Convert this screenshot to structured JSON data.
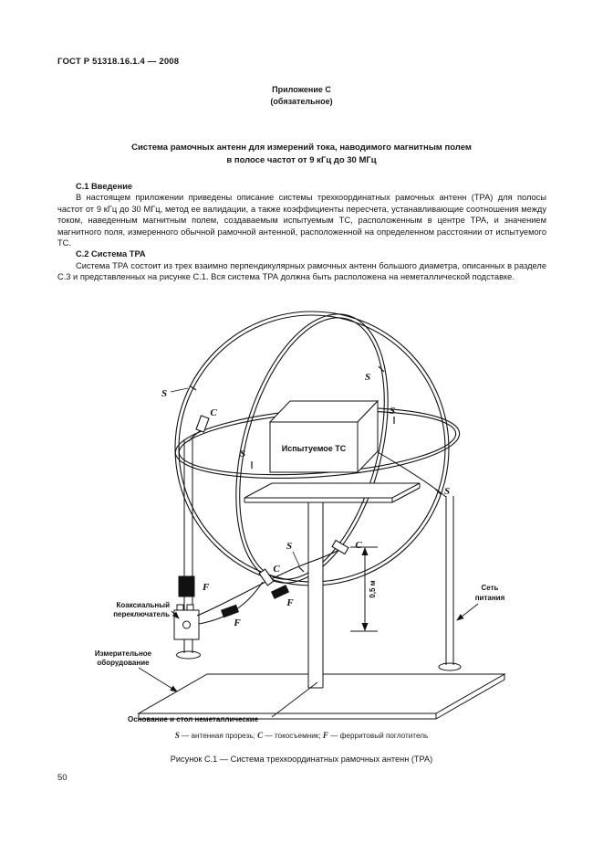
{
  "page": {
    "header": "ГОСТ Р 51318.16.1.4 — 2008",
    "page_number": "50"
  },
  "appendix": {
    "title": "Приложение С",
    "subtitle": "(обязательное)"
  },
  "title": {
    "line1": "Система рамочных антенн для измерений тока, наводимого магнитным полем",
    "line2": "в полосе частот от 9 кГц до 30 МГц"
  },
  "sections": [
    {
      "heading": "С.1 Введение",
      "text": "В настоящем приложении приведены описание системы трехкоординатных рамочных антенн (ТРА) для полосы частот от 9 кГц до 30 МГц, метод ее валидации, а также коэффициенты пересчета, устанавливающие соотношения между током, наведенным магнитным полем, создаваемым испытуемым ТС, расположенным в центре ТРА, и значением магнитного поля, измеренного обычной рамочной антенной, расположенной на определенном расстоянии от испытуемого ТС."
    },
    {
      "heading": "С.2 Система ТРА",
      "text": "Система ТРА состоит из трех взаимно перпендикулярных рамочных антенн большого диаметра, описанных в разделе С.3 и представленных на рисунке С.1. Вся система ТРА должна быть расположена на неметаллической подставке."
    }
  ],
  "figure": {
    "eut": "Испытуемое ТС",
    "s": "S",
    "c": "C",
    "f": "F",
    "dimension": "0,5 м",
    "coax_line1": "Коаксиальный",
    "coax_line2": "переключатель",
    "meas_line1": "Измерительное",
    "meas_line2": "оборудование",
    "mains_line1": "Сеть",
    "mains_line2": "питания",
    "base_label": "Основание и стол неметаллические",
    "legend": {
      "s": "S",
      "s_desc": " — антенная прорезь; ",
      "c": "С",
      "c_desc": " — токосъемник; ",
      "f": "F",
      "f_desc": " — ферритовый поглотитель"
    },
    "caption": "Рисунок С.1 — Система трехкоординатных рамочных антенн (ТРА)"
  }
}
